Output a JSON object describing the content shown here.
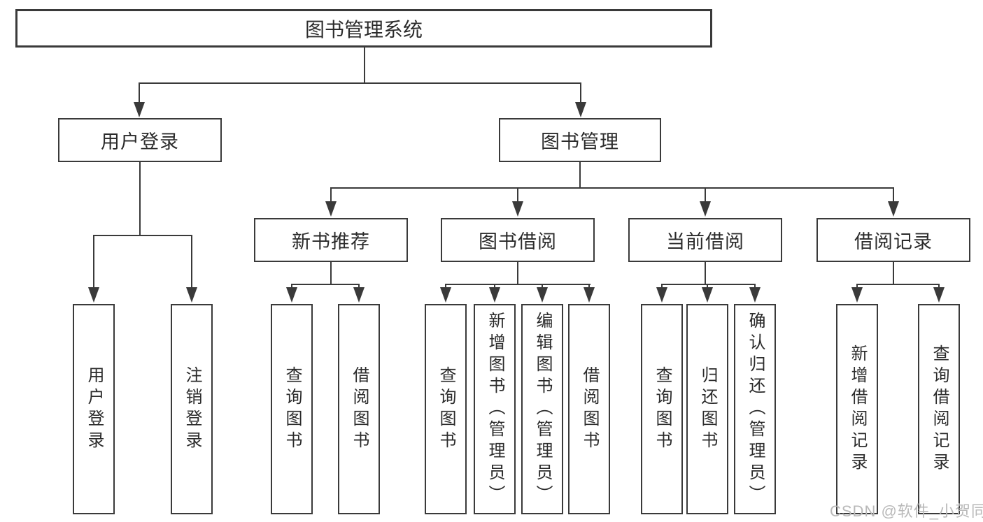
{
  "diagram": {
    "title": "图书管理系统",
    "tree": {
      "label": "图书管理系统",
      "children": [
        {
          "label": "用户登录",
          "children": [
            {
              "label": "用户登录"
            },
            {
              "label": "注销登录"
            }
          ]
        },
        {
          "label": "图书管理",
          "children": [
            {
              "label": "新书推荐",
              "children": [
                {
                  "label": "查询图书"
                },
                {
                  "label": "借阅图书"
                }
              ]
            },
            {
              "label": "图书借阅",
              "children": [
                {
                  "label": "查询图书"
                },
                {
                  "label": "新增图书（管理员）"
                },
                {
                  "label": "编辑图书（管理员）"
                },
                {
                  "label": "借阅图书"
                }
              ]
            },
            {
              "label": "当前借阅",
              "children": [
                {
                  "label": "查询图书"
                },
                {
                  "label": "归还图书"
                },
                {
                  "label": "确认归还（管理员）"
                }
              ]
            },
            {
              "label": "借阅记录",
              "children": [
                {
                  "label": "新增借阅记录"
                },
                {
                  "label": "查询借阅记录"
                }
              ]
            }
          ]
        }
      ]
    }
  },
  "watermark": {
    "text": "CSDN @软件_小贺同学"
  },
  "colors": {
    "line": "#3a3a3a",
    "text": "#2b2b2b",
    "bg": "#ffffff",
    "watermark": "#b9b9b9"
  }
}
